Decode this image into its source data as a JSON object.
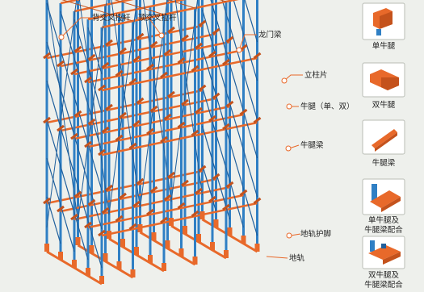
{
  "labels": {
    "back_cross_brace": "背交叉拉杆",
    "top_cross_brace": "顶交叉拉杆",
    "gantry_beam": "龙门梁",
    "upright": "立柱片",
    "corbel_single_double": "牛腿（单、双）",
    "corbel_beam": "牛腿梁",
    "rail_guard": "地轨护脚",
    "floor_rail": "地轨"
  },
  "legend": [
    {
      "caption": "单牛腿",
      "icon": "single-corbel"
    },
    {
      "caption": "双牛腿",
      "icon": "double-corbel"
    },
    {
      "caption": "牛腿梁",
      "icon": "corbel-beam"
    },
    {
      "caption_line1": "单牛腿及",
      "caption_line2": "牛腿梁配合",
      "icon": "single-corbel-with-beam"
    },
    {
      "caption_line1": "双牛腿及",
      "caption_line2": "牛腿梁配合",
      "icon": "double-corbel-with-beam"
    }
  ],
  "colors": {
    "upright_blue": "#2f7fc4",
    "upright_blue_dark": "#1f5f9c",
    "beam_orange": "#e8692a",
    "beam_orange_dark": "#c4521c",
    "leader_orange": "#e8692a"
  }
}
